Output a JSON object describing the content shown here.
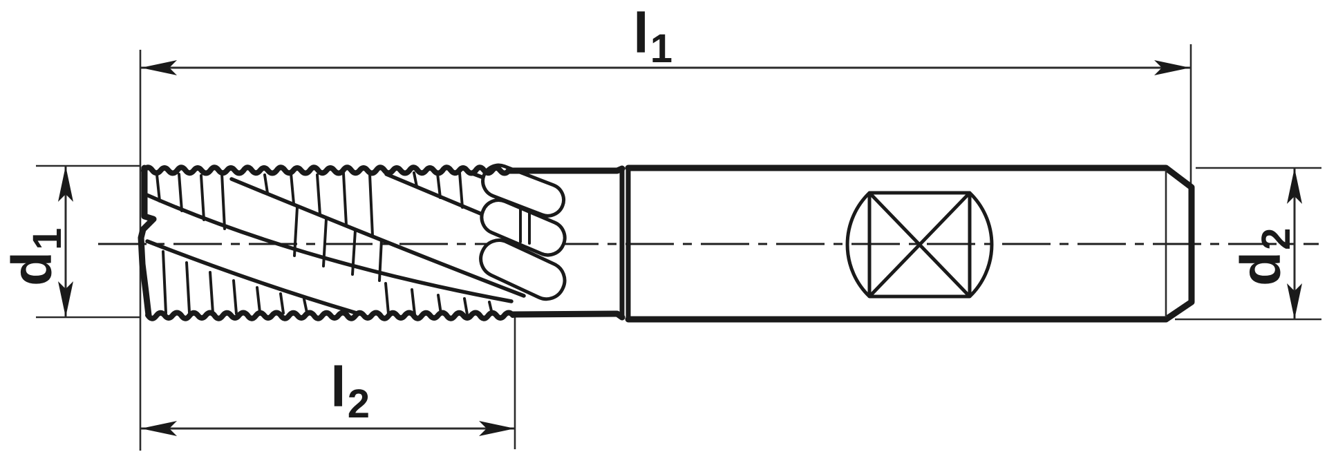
{
  "drawing": {
    "background": "#ffffff",
    "line_color": "#1a1a1a",
    "labels": {
      "l1": {
        "base": "l",
        "sub": "1"
      },
      "l2": {
        "base": "l",
        "sub": "2"
      },
      "d1": {
        "base": "d",
        "sub": "1"
      },
      "d2": {
        "base": "d",
        "sub": "2"
      }
    }
  }
}
